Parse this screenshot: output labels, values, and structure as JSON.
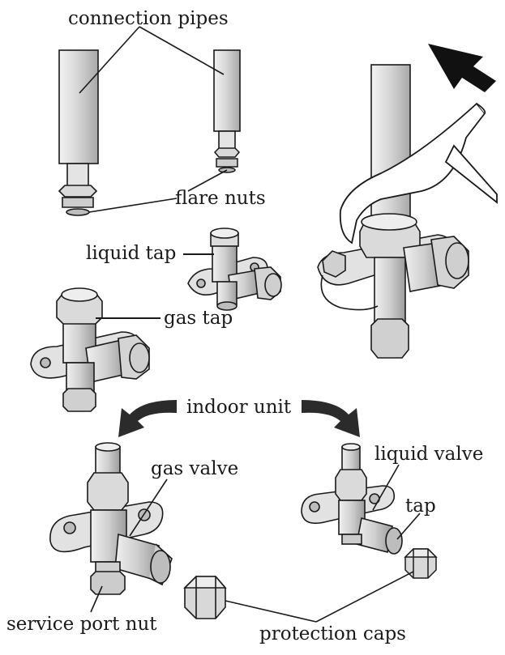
{
  "labels": {
    "connection_pipes": "connection pipes",
    "flare_nuts": "flare nuts",
    "liquid_tap": "liquid tap",
    "gas_tap": "gas tap",
    "indoor_unit": "indoor unit",
    "gas_valve": "gas valve",
    "liquid_valve": "liquid valve",
    "tap": "tap",
    "service_port_nut": "service port nut",
    "protection_caps": "protection caps"
  },
  "colors": {
    "line": "#1a1a1a",
    "metal_light": "#e6e6e6",
    "metal_mid": "#c8c8c8",
    "metal_dark": "#9a9a9a",
    "arrow": "#2b2b2b",
    "background": "#ffffff"
  }
}
